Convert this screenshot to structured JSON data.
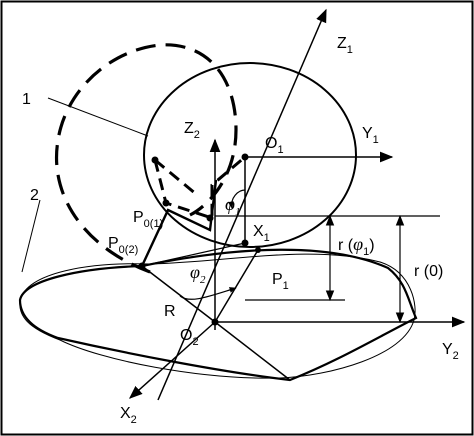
{
  "labels": {
    "part_1": "1",
    "part_2": "2",
    "z1": "Z",
    "z1_sub": "1",
    "y1": "Y",
    "y1_sub": "1",
    "o1": "O",
    "o1_sub": "1",
    "z2": "Z",
    "z2_sub": "2",
    "x1": "X",
    "x1_sub": "1",
    "p01": "P",
    "p01_sub": "0(1)",
    "p02": "P",
    "p02_sub": "0(2)",
    "phi1": "φ",
    "phi1_sub": "1",
    "phi2": "φ",
    "phi2_sub": "2",
    "p1": "P",
    "p1_sub": "1",
    "r_phi1": "r (",
    "r_phi1_greek": "φ",
    "r_phi1_sub": "1",
    "r_phi1_close": ")",
    "r0": "r (0)",
    "R": "R",
    "o2": "O",
    "o2_sub": "2",
    "y2": "Y",
    "y2_sub": "2",
    "x2": "X",
    "x2_sub": "2"
  },
  "colors": {
    "ink": "#000000",
    "background": "#ffffff",
    "frame": "#000000"
  }
}
